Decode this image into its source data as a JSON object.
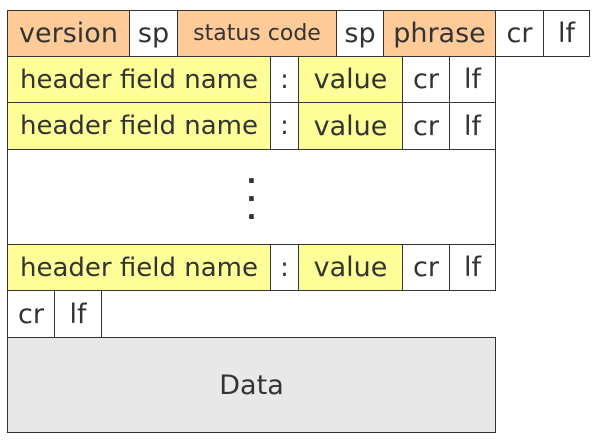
{
  "colors": {
    "status_fill": "#FFCC99",
    "header_fill": "#FFFF99",
    "data_fill": "#E8E8E8",
    "plain_fill": "#FFFFFF",
    "stroke": "#333333",
    "text": "#333333"
  },
  "status_line": {
    "version": "version",
    "sp1": "sp",
    "status_code": "status code",
    "sp2": "sp",
    "phrase": "phrase",
    "cr": "cr",
    "lf": "lf"
  },
  "header_lines": [
    {
      "name": "header field name",
      "colon": ":",
      "value": "value",
      "cr": "cr",
      "lf": "lf"
    },
    {
      "name": "header field name",
      "colon": ":",
      "value": "value",
      "cr": "cr",
      "lf": "lf"
    },
    {
      "name": "header field name",
      "colon": ":",
      "value": "value",
      "cr": "cr",
      "lf": "lf"
    }
  ],
  "ellipsis": {
    "dot": "."
  },
  "blank_line": {
    "cr": "cr",
    "lf": "lf"
  },
  "body": {
    "label": "Data"
  }
}
